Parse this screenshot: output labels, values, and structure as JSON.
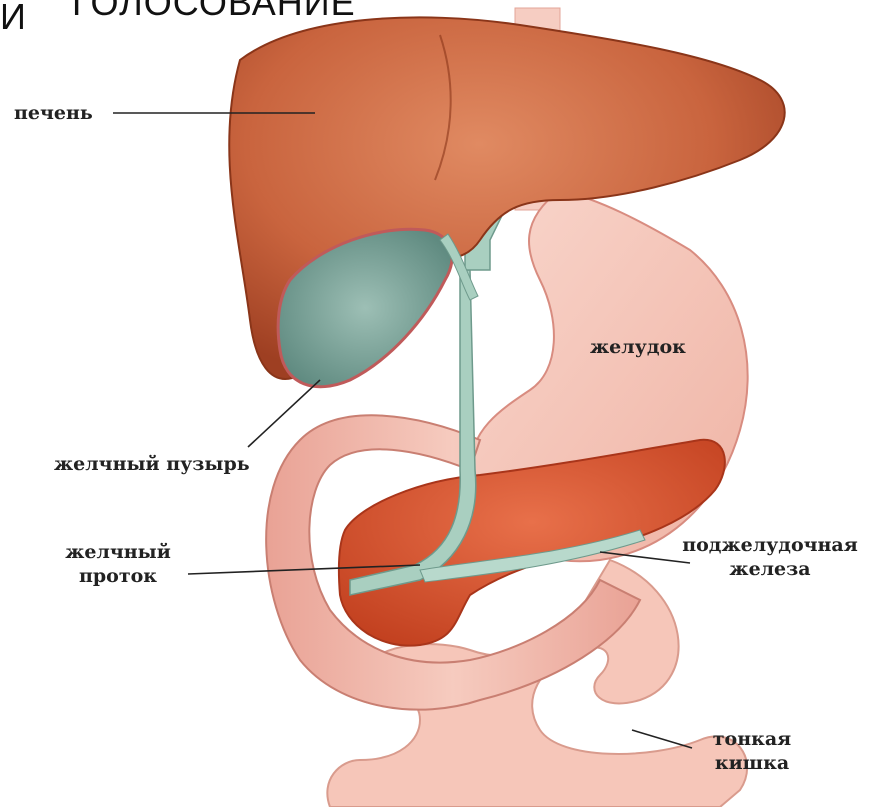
{
  "header": {
    "letter": "И",
    "cut_text": "ГОЛОСОВАНИЕ"
  },
  "labels": {
    "liver": "печень",
    "stomach": "желудок",
    "gallbladder": "желчный пузырь",
    "bile_duct_line1": "желчный",
    "bile_duct_line2": "проток",
    "pancreas_line1": "поджелудочная",
    "pancreas_line2": "железа",
    "small_intestine_line1": "тонкая",
    "small_intestine_line2": "кишка"
  },
  "colors": {
    "liver": "#c9643e",
    "liver_dark": "#9e3f22",
    "stomach": "#f4c1b4",
    "stomach_edge": "#d88c80",
    "gallbladder": "#7fa59a",
    "duct": "#a9cfc0",
    "pancreas": "#d9542e",
    "intestine": "#f2b9ad"
  }
}
